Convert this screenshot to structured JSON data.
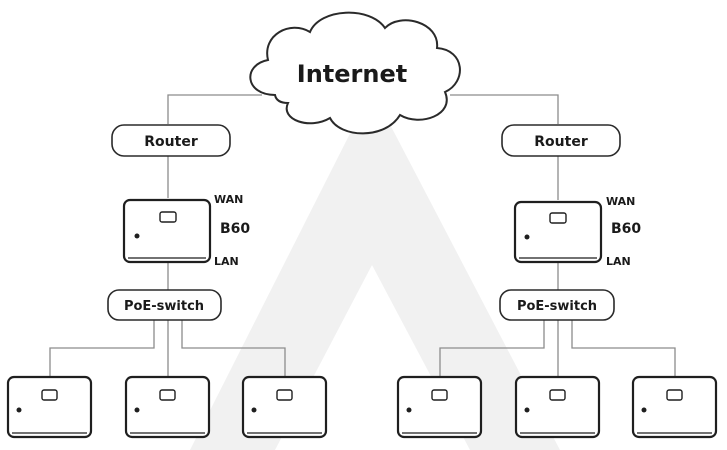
{
  "diagram": {
    "internet_label": "Internet",
    "left": {
      "router_label": "Router",
      "wan_label": "WAN",
      "device_label": "B60",
      "lan_label": "LAN",
      "switch_label": "PoE-switch"
    },
    "right": {
      "router_label": "Router",
      "wan_label": "WAN",
      "device_label": "B60",
      "lan_label": "LAN",
      "switch_label": "PoE-switch"
    }
  },
  "colors": {
    "watermark": "#f1f1f1",
    "lines": "#8c8c8c",
    "outline": "#1f1f1f"
  }
}
